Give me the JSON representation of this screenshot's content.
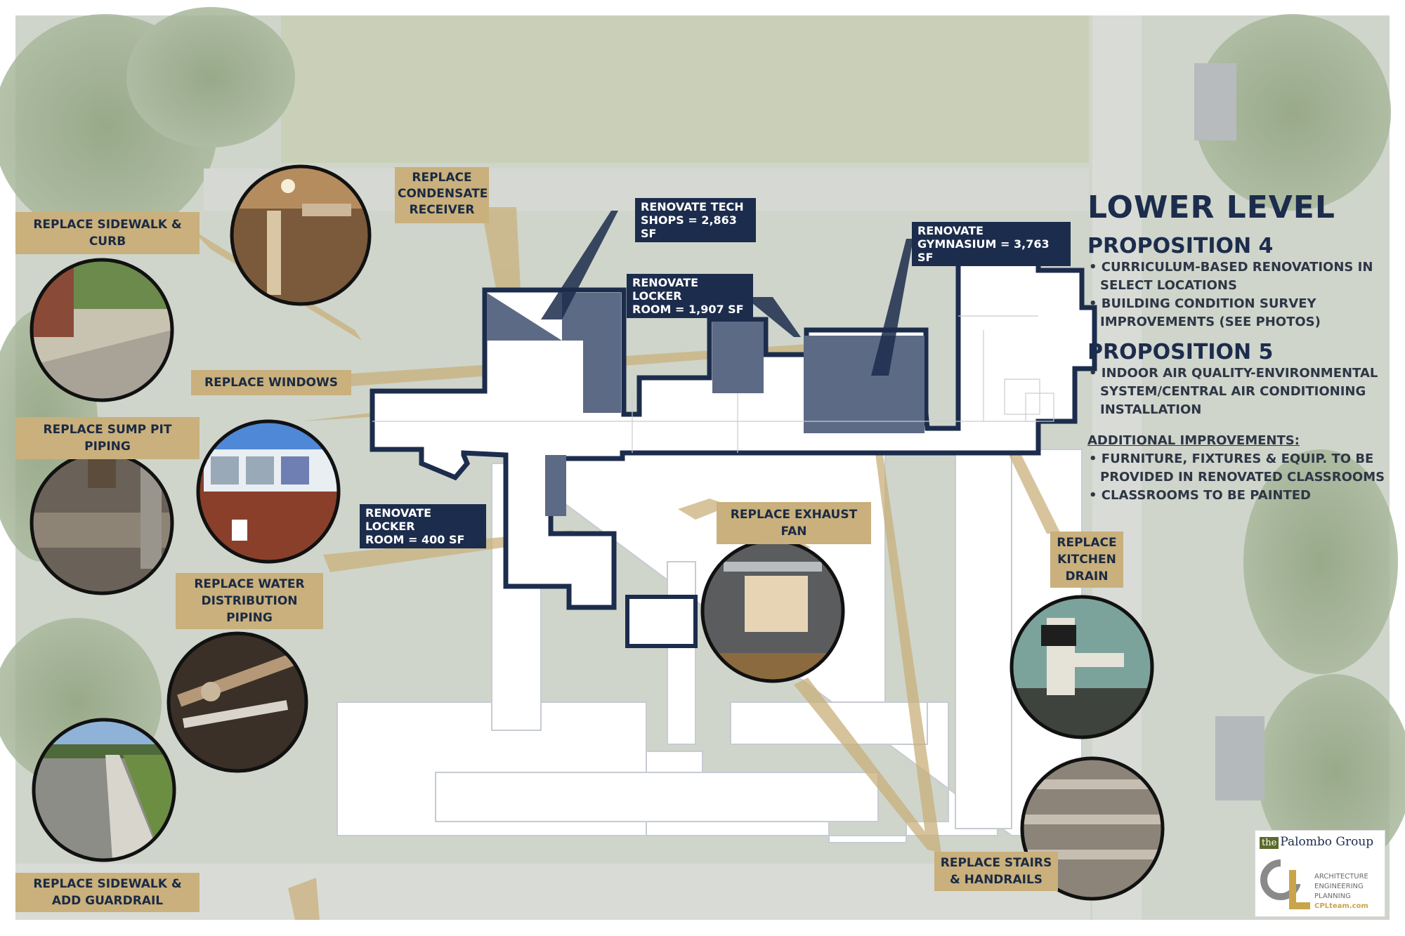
{
  "colors": {
    "gold": "#c9b07c",
    "navy": "#1c2c4c",
    "renovation_fill": "#5d6a85"
  },
  "labels": {
    "sidewalk_curb": "REPLACE SIDEWALK & CURB",
    "condensate": [
      "REPLACE",
      "CONDENSATE",
      "RECEIVER"
    ],
    "windows": "REPLACE WINDOWS",
    "sump_pit": "REPLACE SUMP PIT PIPING",
    "water_dist": [
      "REPLACE WATER",
      "DISTRIBUTION PIPING"
    ],
    "sidewalk_guardrail": [
      "REPLACE SIDEWALK &",
      "ADD GUARDRAIL"
    ],
    "exhaust_fan": "REPLACE EXHAUST FAN",
    "kitchen_drain": [
      "REPLACE",
      "KITCHEN",
      "DRAIN"
    ],
    "stairs": [
      "REPLACE STAIRS",
      "& HANDRAILS"
    ]
  },
  "renovations": {
    "tech_shops": "RENOVATE TECH\nSHOPS = 2,863 SF",
    "locker_1907": "RENOVATE LOCKER\nROOM = 1,907 SF",
    "gymnasium": "RENOVATE\nGYMNASIUM = 3,763 SF",
    "locker_400": "RENOVATE LOCKER\nROOM = 400 SF"
  },
  "panel": {
    "title": "LOWER LEVEL",
    "prop4_title": "PROPOSITION 4",
    "prop4_items": [
      "CURRICULUM-BASED RENOVATIONS IN SELECT LOCATIONS",
      "BUILDING CONDITION SURVEY IMPROVEMENTS (SEE PHOTOS)"
    ],
    "prop5_title": "PROPOSITION 5",
    "prop5_items": [
      "INDOOR AIR QUALITY-ENVIRONMENTAL SYSTEM/CENTRAL AIR CONDITIONING INSTALLATION"
    ],
    "additional_title": "ADDITIONAL IMPROVEMENTS:",
    "additional_items": [
      "FURNITURE, FIXTURES & EQUIP. TO BE PROVIDED IN RENOVATED CLASSROOMS",
      "CLASSROOMS TO BE PAINTED"
    ]
  },
  "logo": {
    "the": "the",
    "name": "Palombo Group",
    "line1": "ARCHITECTURE",
    "line2": "ENGINEERING",
    "line3": "PLANNING",
    "url": "CPLteam.com"
  },
  "photos": [
    {
      "name": "photo-sidewalk-curb",
      "icon": "sidewalk-photo"
    },
    {
      "name": "photo-condensate-receiver",
      "icon": "pipes-photo"
    },
    {
      "name": "photo-sump-pit",
      "icon": "sump-pit-photo"
    },
    {
      "name": "photo-windows",
      "icon": "windows-photo"
    },
    {
      "name": "photo-water-piping",
      "icon": "piping-photo"
    },
    {
      "name": "photo-sidewalk-guardrail",
      "icon": "sidewalk-photo"
    },
    {
      "name": "photo-exhaust-fan",
      "icon": "fan-photo"
    },
    {
      "name": "photo-kitchen-drain",
      "icon": "drain-photo"
    },
    {
      "name": "photo-stairs",
      "icon": "stairs-photo"
    }
  ]
}
